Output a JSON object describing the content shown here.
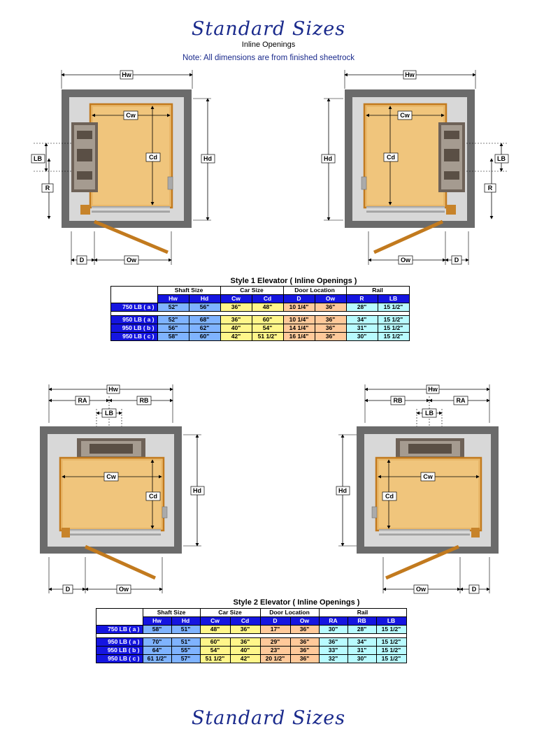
{
  "header": {
    "title": "Standard Sizes",
    "subtitle": "Inline Openings",
    "note": "Note: All dimensions are from finished sheetrock"
  },
  "labels": {
    "hw": "Hw",
    "hd": "Hd",
    "cw": "Cw",
    "cd": "Cd",
    "lb": "LB",
    "r": "R",
    "d": "D",
    "ow": "Ow",
    "ra": "RA",
    "rb": "RB"
  },
  "style1": {
    "title": "Style 1 Elevator ( Inline Openings )",
    "groups": [
      "Shaft Size",
      "Car Size",
      "Door Location",
      "Rail"
    ],
    "columns": [
      "Hw",
      "Hd",
      "Cw",
      "Cd",
      "D",
      "Ow",
      "R",
      "LB"
    ],
    "rows_a": [
      {
        "label": "750 LB ( a )",
        "values": [
          "52\"",
          "56\"",
          "36\"",
          "48\"",
          "10 1/4\"",
          "36\"",
          "28\"",
          "15 1/2\""
        ]
      }
    ],
    "rows_b": [
      {
        "label": "950 LB ( a )",
        "values": [
          "52\"",
          "68\"",
          "36\"",
          "60\"",
          "10 1/4\"",
          "36\"",
          "34\"",
          "15 1/2\""
        ]
      },
      {
        "label": "950 LB ( b )",
        "values": [
          "56\"",
          "62\"",
          "40\"",
          "54\"",
          "14 1/4\"",
          "36\"",
          "31\"",
          "15 1/2\""
        ]
      },
      {
        "label": "950 LB ( c )",
        "values": [
          "58\"",
          "60\"",
          "42\"",
          "51 1/2\"",
          "16 1/4\"",
          "36\"",
          "30\"",
          "15 1/2\""
        ]
      }
    ]
  },
  "style2": {
    "title": "Style 2 Elevator ( Inline Openings )",
    "groups": [
      "Shaft Size",
      "Car Size",
      "Door Location",
      "Rail"
    ],
    "columns": [
      "Hw",
      "Hd",
      "Cw",
      "Cd",
      "D",
      "Ow",
      "RA",
      "RB",
      "LB"
    ],
    "rows_a": [
      {
        "label": "750 LB ( a )",
        "values": [
          "58\"",
          "51\"",
          "48\"",
          "36\"",
          "17\"",
          "36\"",
          "30\"",
          "28\"",
          "15 1/2\""
        ]
      }
    ],
    "rows_b": [
      {
        "label": "950 LB ( a )",
        "values": [
          "70\"",
          "51\"",
          "60\"",
          "36\"",
          "29\"",
          "36\"",
          "36\"",
          "34\"",
          "15 1/2\""
        ]
      },
      {
        "label": "950 LB ( b )",
        "values": [
          "64\"",
          "55\"",
          "54\"",
          "40\"",
          "23\"",
          "36\"",
          "33\"",
          "31\"",
          "15 1/2\""
        ]
      },
      {
        "label": "950 LB ( c )",
        "values": [
          "61 1/2\"",
          "57\"",
          "51 1/2\"",
          "42\"",
          "20 1/2\"",
          "36\"",
          "32\"",
          "30\"",
          "15 1/2\""
        ]
      }
    ]
  },
  "footer": {
    "title": "Standard Sizes"
  }
}
